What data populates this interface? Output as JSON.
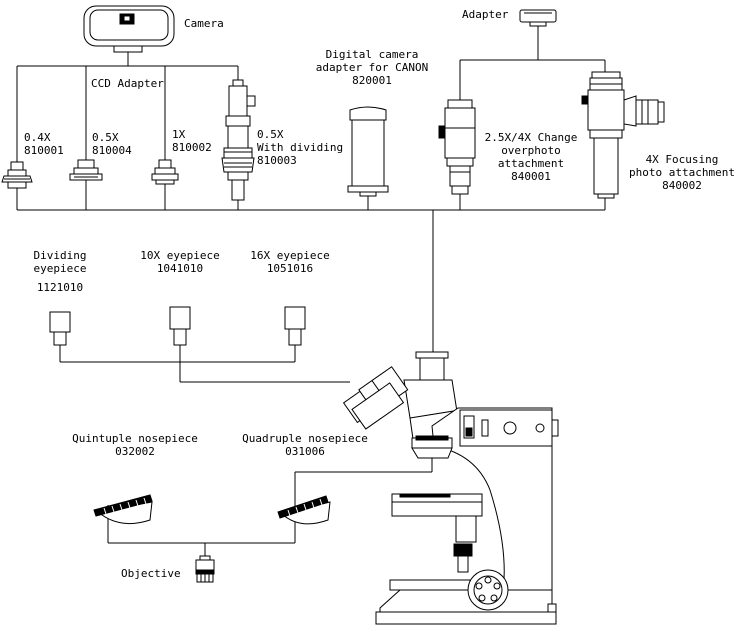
{
  "labels": {
    "camera": "Camera",
    "ccd_adapter": "CCD Adapter",
    "adapter_top": "Adapter",
    "digital_camera_adapter": [
      "Digital camera",
      "adapter for CANON",
      "820001"
    ],
    "adapter_04x": [
      "0.4X",
      "810001"
    ],
    "adapter_05x": [
      "0.5X",
      "810004"
    ],
    "adapter_1x": [
      "1X",
      "810002"
    ],
    "adapter_05x_div": [
      "0.5X",
      "With dividing",
      "810003"
    ],
    "change_over": [
      "2.5X/4X Change",
      "overphoto",
      "attachment",
      "840001"
    ],
    "focusing_photo": [
      "4X Focusing",
      "photo attachment",
      "840002"
    ],
    "dividing_eyepiece": [
      "Dividing",
      "eyepiece",
      "1121010"
    ],
    "eyepiece_10x": [
      "10X eyepiece",
      "1041010"
    ],
    "eyepiece_16x": [
      "16X eyepiece",
      "1051016"
    ],
    "quintuple_nosepiece": [
      "Quintuple nosepiece",
      "032002"
    ],
    "quadruple_nosepiece": [
      "Quadruple nosepiece",
      "031006"
    ],
    "objective": "Objective"
  }
}
